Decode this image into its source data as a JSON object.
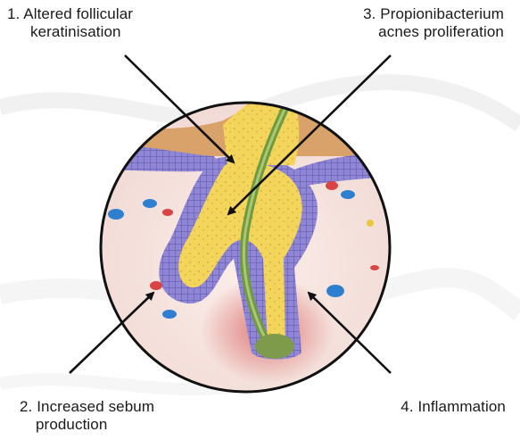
{
  "labels": {
    "item1": {
      "line1": "1. Altered follicular",
      "line2": "keratinisation"
    },
    "item2": {
      "line1": "2. Increased sebum",
      "line2": "production"
    },
    "item3": {
      "line1": "3. Propionibacterium",
      "line2": "acnes proliferation"
    },
    "item4": {
      "line1": "4. Inflammation"
    }
  },
  "colors": {
    "sebum": "#f4d85a",
    "epidermis": "#8a7fd1",
    "skin_surface": "#d9a26a",
    "dermis": "#f6e4e0",
    "hair": "#6f9a3e",
    "inflammation": "#c94a4a",
    "arrow": "#111111"
  }
}
